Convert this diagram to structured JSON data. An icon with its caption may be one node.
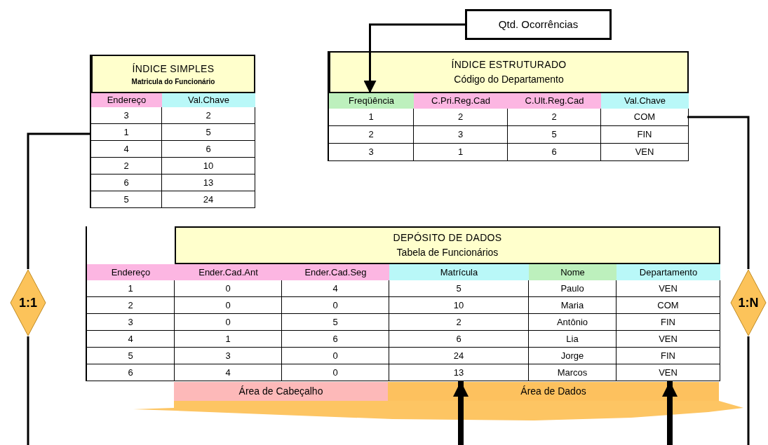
{
  "diagram": {
    "nodes": [
      {
        "text": [
          "Qtd. Ocorrências"
        ]
      },
      {
        "text": [
          "ÍNDICE SIMPLES",
          "Matricula do Funcionário"
        ]
      },
      {
        "text": [
          "ÍNDICE ESTRUTURADO",
          "Código do Departamento"
        ]
      },
      {
        "text": [
          "Freqüência"
        ],
        "in": 2
      },
      {
        "text": [
          "DEPÓSITO DE DADOS",
          "Tabela de Funcionários"
        ]
      },
      {
        "text": [
          "1:1"
        ]
      },
      {
        "text": [
          "1:N"
        ]
      },
      {
        "text": [
          "Área de Cabeçalho"
        ]
      },
      {
        "text": [
          "Área de Dados"
        ]
      }
    ],
    "edges": [
      {
        "from": 0,
        "to": 3,
        "arrow": "to"
      },
      {
        "from": 1,
        "to": 5,
        "arrow": "none"
      },
      {
        "from": 5,
        "to": null,
        "arrow": "none"
      },
      {
        "from": 2,
        "to": 6,
        "arrow": "none"
      },
      {
        "from": 6,
        "to": null,
        "arrow": "none"
      },
      {
        "from": null,
        "to": 4,
        "arrow": "to",
        "style": "thick"
      },
      {
        "from": null,
        "to": 4,
        "arrow": "to",
        "style": "thick"
      }
    ],
    "labels": [
      "Endereço",
      "Val.Chave",
      "3",
      "2",
      "1",
      "5",
      "4",
      "6",
      "2",
      "10",
      "6",
      "13",
      "5",
      "24",
      "C.Pri.Reg.Cad",
      "C.Ult.Reg.Cad",
      "Val.Chave",
      "1",
      "2",
      "2",
      "COM",
      "2",
      "3",
      "5",
      "FIN",
      "3",
      "1",
      "6",
      "VEN",
      "Endereço",
      "Ender.Cad.Ant",
      "Ender.Cad.Seg",
      "Matrícula",
      "Nome",
      "Departamento",
      "1",
      "0",
      "4",
      "5",
      "Paulo",
      "VEN",
      "2",
      "0",
      "0",
      "10",
      "Maria",
      "COM",
      "3",
      "0",
      "5",
      "2",
      "Antônio",
      "FIN",
      "4",
      "1",
      "6",
      "6",
      "Lia",
      "VEN",
      "5",
      "3",
      "0",
      "24",
      "Jorge",
      "FIN",
      "6",
      "4",
      "0",
      "13",
      "Marcos",
      "VEN"
    ]
  }
}
